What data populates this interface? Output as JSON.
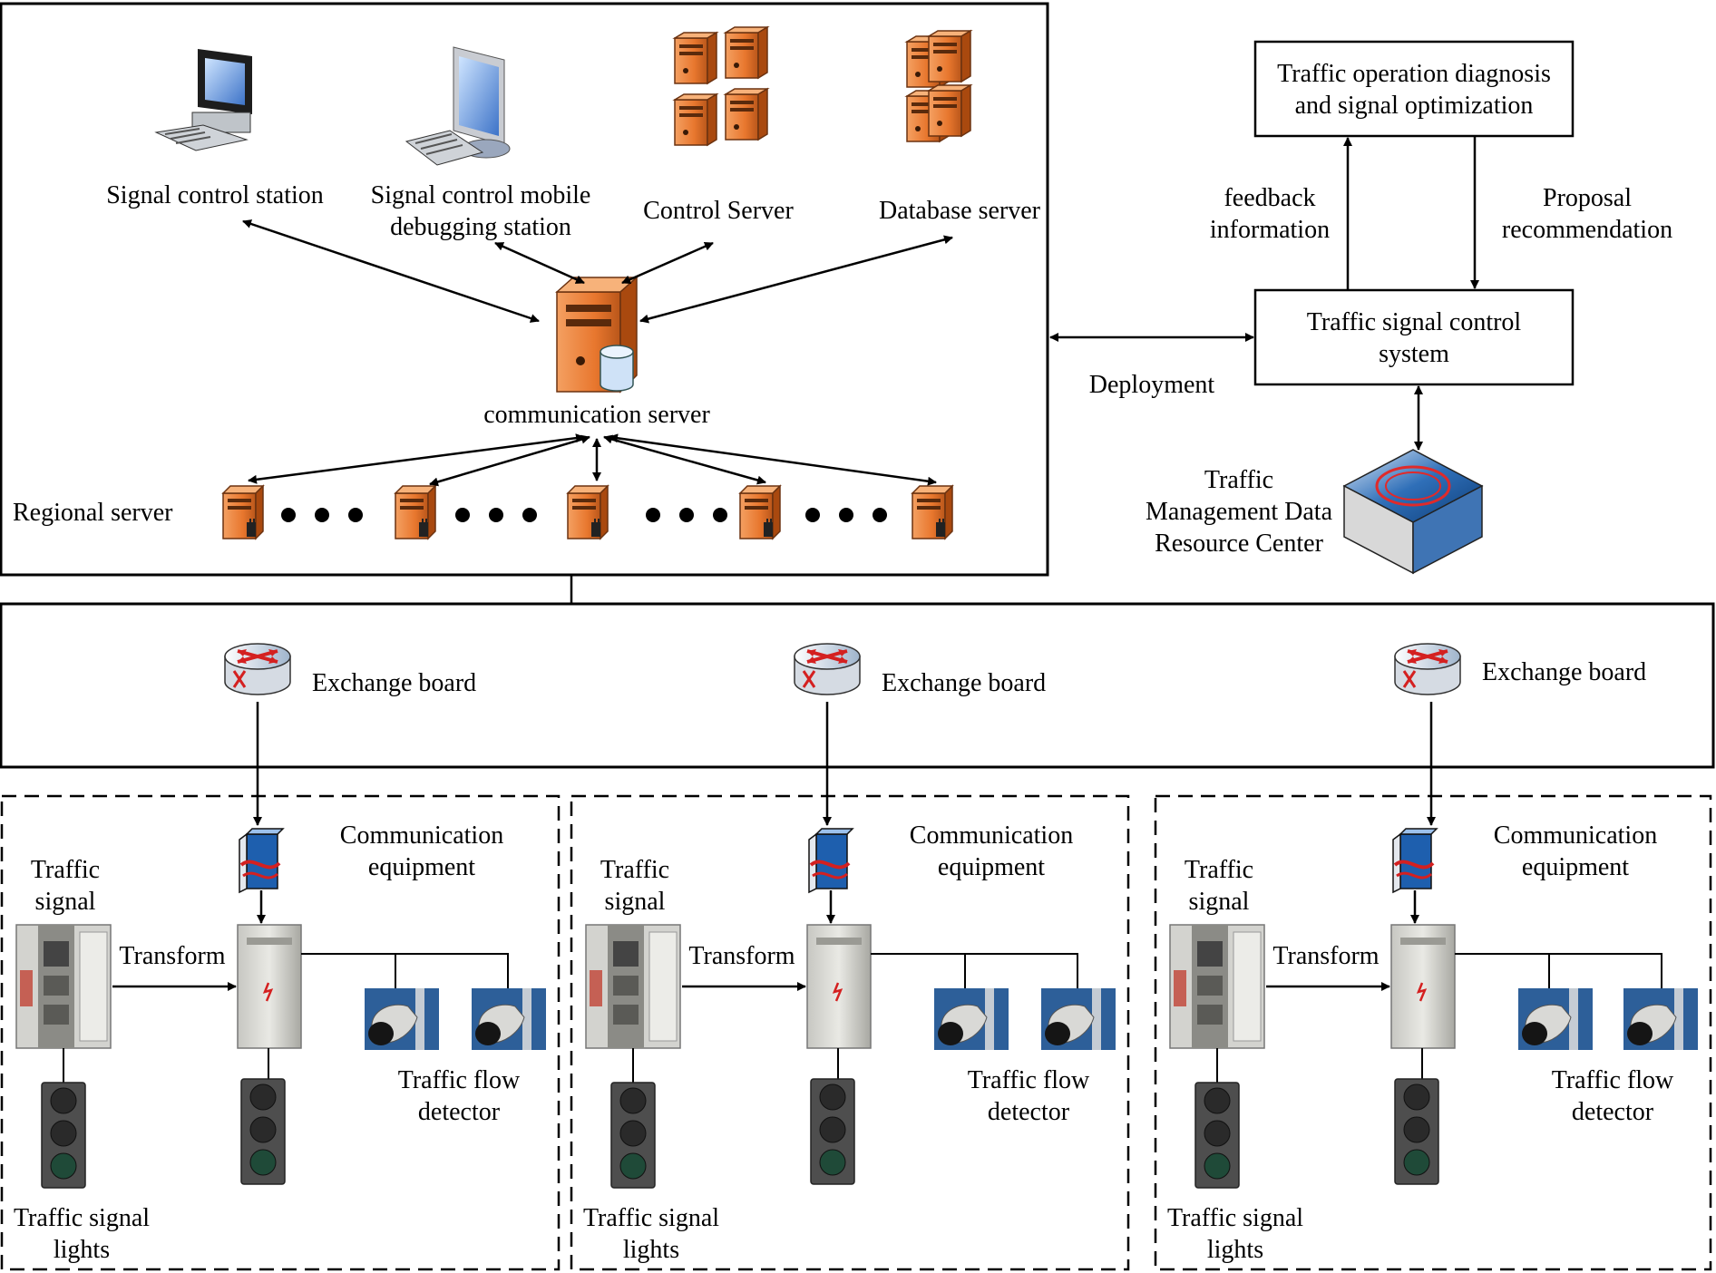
{
  "top_system": {
    "signal_control_station": "Signal control station",
    "mobile_debugging_station": [
      "Signal control mobile",
      "debugging station"
    ],
    "control_server": "Control Server",
    "database_server": "Database server",
    "communication_server": "communication server",
    "regional_server": "Regional server"
  },
  "right_system": {
    "optimization_box": [
      "Traffic operation diagnosis",
      "and signal optimization"
    ],
    "feedback_label": [
      "feedback",
      "information"
    ],
    "proposal_label": [
      "Proposal",
      "recommendation"
    ],
    "control_system_box": [
      "Traffic signal control",
      "system"
    ],
    "deployment_label": "Deployment",
    "data_center_label": [
      "Traffic",
      "Management Data",
      "Resource Center"
    ]
  },
  "network": {
    "exchange_boards": [
      "Exchange board",
      "Exchange board",
      "Exchange board"
    ]
  },
  "intersection_units": [
    {
      "traffic_signal": [
        "Traffic",
        "signal"
      ],
      "transform": "Transform",
      "communication_equipment": [
        "Communication",
        "equipment"
      ],
      "traffic_flow_detector": [
        "Traffic flow",
        "detector"
      ],
      "traffic_signal_lights": [
        "Traffic signal",
        "lights"
      ]
    },
    {
      "traffic_signal": [
        "Traffic",
        "signal"
      ],
      "transform": "Transform",
      "communication_equipment": [
        "Communication",
        "equipment"
      ],
      "traffic_flow_detector": [
        "Traffic flow",
        "detector"
      ],
      "traffic_signal_lights": [
        "Traffic signal",
        "lights"
      ]
    },
    {
      "traffic_signal": [
        "Traffic",
        "signal"
      ],
      "transform": "Transform",
      "communication_equipment": [
        "Communication",
        "equipment"
      ],
      "traffic_flow_detector": [
        "Traffic flow",
        "detector"
      ],
      "traffic_signal_lights": [
        "Traffic signal",
        "lights"
      ]
    }
  ],
  "icons": {
    "workstation": "desktop-computer-icon",
    "laptop": "monitor-keyboard-icon",
    "server": "orange-server-tower-icon",
    "database": "database-cylinder-icon",
    "router": "router-exchange-icon",
    "comm_device": "communication-device-icon",
    "cabinet": "signal-cabinet-icon",
    "traffic_light": "traffic-light-icon",
    "camera": "detector-camera-icon",
    "data_center": "data-center-box-icon"
  },
  "colors": {
    "server_orange": "#e8772e",
    "server_dark": "#b9561a",
    "line": "#000000",
    "router_arrow": "#d42020",
    "data_center_blue": "#2f6fb8"
  }
}
